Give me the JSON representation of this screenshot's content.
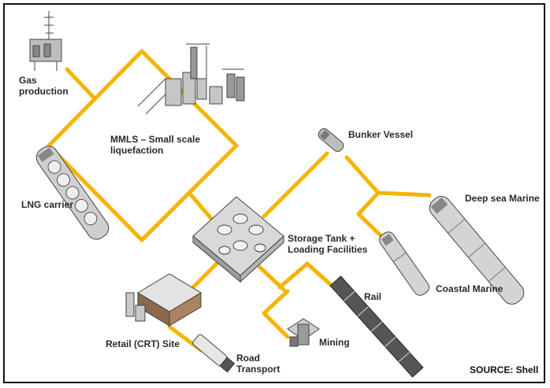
{
  "nodes": {
    "gas_production": {
      "line1": "Gas",
      "line2": "production"
    },
    "mmls": {
      "line1": "MMLS – Small scale",
      "line2": "liquefaction"
    },
    "bunker_vessel": "Bunker Vessel",
    "lng_carrier": "LNG carrier",
    "deep_sea_marine": "Deep sea Marine",
    "storage": {
      "line1": "Storage Tank +",
      "line2": "Loading Facilities"
    },
    "coastal_marine": "Coastal Marine",
    "rail": "Rail",
    "retail": "Retail (CRT) Site",
    "mining": "Mining",
    "road_transport": {
      "line1": "Road",
      "line2": "Transport"
    }
  },
  "source": "SOURCE: Shell",
  "colors": {
    "connector": "#f5b400",
    "border": "#111111",
    "icon": "#6b6b6b"
  }
}
